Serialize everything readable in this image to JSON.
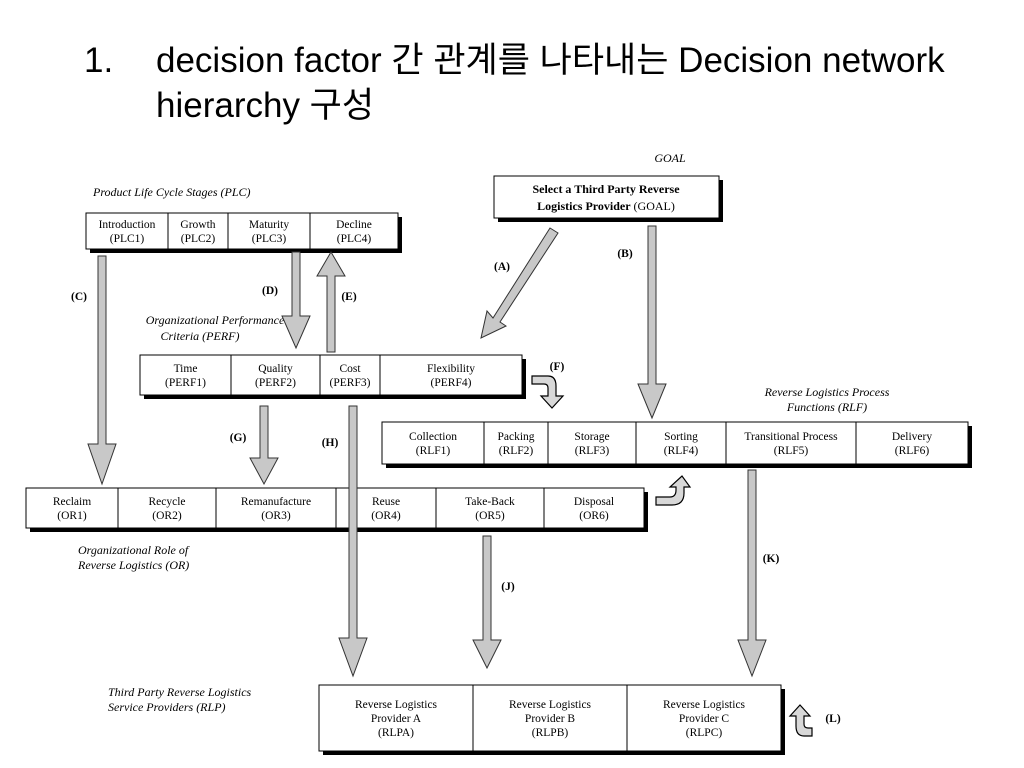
{
  "slide": {
    "number": "1.",
    "title": "decision factor 간 관계를 나타내는 Decision network hierarchy 구성"
  },
  "goal": {
    "caption": "GOAL",
    "line1": "Select a Third Party Reverse",
    "line2_bold": "Logistics Provider",
    "line2_code": " (GOAL)"
  },
  "groups": {
    "plc": {
      "caption": "Product Life Cycle Stages (PLC)",
      "cells": [
        {
          "name": "Introduction",
          "code": "(PLC1)"
        },
        {
          "name": "Growth",
          "code": "(PLC2)"
        },
        {
          "name": "Maturity",
          "code": "(PLC3)"
        },
        {
          "name": "Decline",
          "code": "(PLC4)"
        }
      ]
    },
    "perf": {
      "caption_line1": "Organizational Performance",
      "caption_line2": "Criteria (PERF)",
      "cells": [
        {
          "name": "Time",
          "code": "(PERF1)"
        },
        {
          "name": "Quality",
          "code": "(PERF2)"
        },
        {
          "name": "Cost",
          "code": "(PERF3)"
        },
        {
          "name": "Flexibility",
          "code": "(PERF4)"
        }
      ]
    },
    "rlf": {
      "caption_line1": "Reverse Logistics Process",
      "caption_line2": "Functions (RLF)",
      "cells": [
        {
          "name": "Collection",
          "code": "(RLF1)"
        },
        {
          "name": "Packing",
          "code": "(RLF2)"
        },
        {
          "name": "Storage",
          "code": "(RLF3)"
        },
        {
          "name": "Sorting",
          "code": "(RLF4)"
        },
        {
          "name": "Transitional Process",
          "code": "(RLF5)"
        },
        {
          "name": "Delivery",
          "code": "(RLF6)"
        }
      ]
    },
    "or": {
      "caption_line1": "Organizational Role of",
      "caption_line2": "Reverse Logistics (OR)",
      "cells": [
        {
          "name": "Reclaim",
          "code": "(OR1)"
        },
        {
          "name": "Recycle",
          "code": "(OR2)"
        },
        {
          "name": "Remanufacture",
          "code": "(OR3)"
        },
        {
          "name": "Reuse",
          "code": "(OR4)"
        },
        {
          "name": "Take-Back",
          "code": "(OR5)"
        },
        {
          "name": "Disposal",
          "code": "(OR6)"
        }
      ]
    },
    "rlp": {
      "caption_line1": "Third Party Reverse Logistics",
      "caption_line2": "Service Providers (RLP)",
      "cells": [
        {
          "line1": "Reverse Logistics",
          "line2": "Provider A",
          "code": "(RLPA)"
        },
        {
          "line1": "Reverse Logistics",
          "line2": "Provider B",
          "code": "(RLPB)"
        },
        {
          "line1": "Reverse Logistics",
          "line2": "Provider C",
          "code": "(RLPC)"
        }
      ]
    }
  },
  "arrows": {
    "a": "(A)",
    "b": "(B)",
    "c": "(C)",
    "d": "(D)",
    "e": "(E)",
    "f": "(F)",
    "g": "(G)",
    "h": "(H)",
    "j": "(J)",
    "k": "(K)",
    "l": "(L)"
  }
}
